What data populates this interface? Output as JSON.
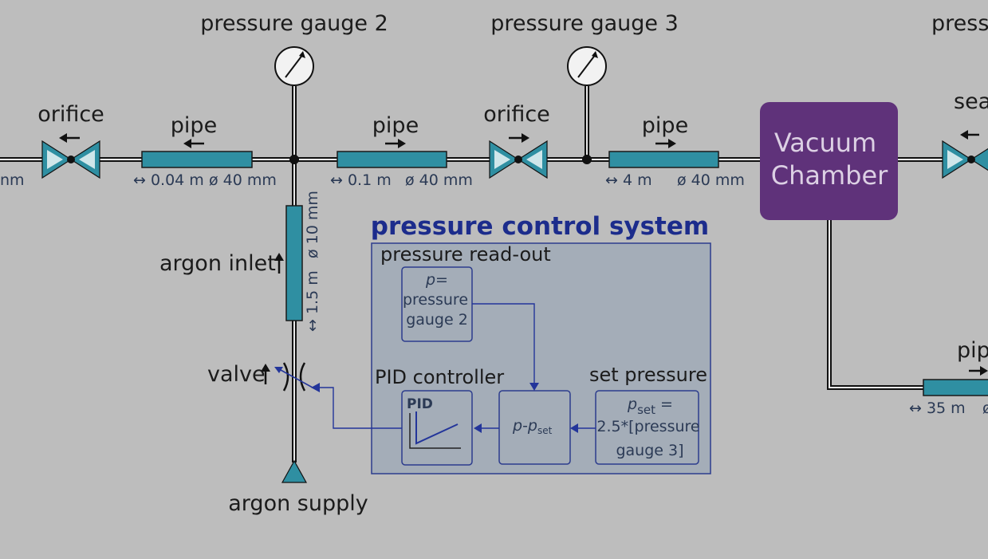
{
  "colors": {
    "background": "#bdbdbd",
    "pipe": "#2f8fa2",
    "chamber": "#5f327a",
    "control_panel": "#a4adb8",
    "control_title": "#1c2c8c",
    "signal_line": "#23359a"
  },
  "labels": {
    "gauge2": "pressure gauge 2",
    "gauge3": "pressure gauge 3",
    "gauge_right": "pressu",
    "orifice_left": "orifice",
    "orifice_mid": "orifice",
    "seal": "sea",
    "pipe1": "pipe",
    "pipe2": "pipe",
    "pipe3": "pipe",
    "pipe_right": "pip",
    "argon_inlet": "argon inlet",
    "valve": "valve",
    "argon_supply": "argon supply",
    "chamber_line1": "Vacuum",
    "chamber_line2": "Chamber"
  },
  "dimensions": {
    "left_edge": "nm",
    "pipe1_len": "↔ 0.04 m",
    "pipe1_dia": "ø 40 mm",
    "pipe2_len": "↔ 0.1 m",
    "pipe2_dia": "ø 40 mm",
    "pipe3_len": "↔ 4 m",
    "pipe3_dia": "ø 40 mm",
    "inlet_dia": "ø 10 mm",
    "inlet_len": "↔ 1.5 m",
    "right_pipe_len": "↔ 35 m",
    "right_pipe_dia": "ø"
  },
  "control": {
    "title": "pressure control system",
    "readout_label": "pressure read-out",
    "readout_line1": "p=",
    "readout_line2": "pressure",
    "readout_line3": "gauge 2",
    "pid_label": "PID controller",
    "pid_text": "PID",
    "diff_p": "p",
    "diff_minus": "-",
    "diff_p2": "p",
    "diff_sub": "set",
    "setp_label": "set pressure",
    "setp_p": "p",
    "setp_sub": "set",
    "setp_eq": " =",
    "setp_line2": "2.5*[pressure",
    "setp_line3": "gauge 3]"
  }
}
